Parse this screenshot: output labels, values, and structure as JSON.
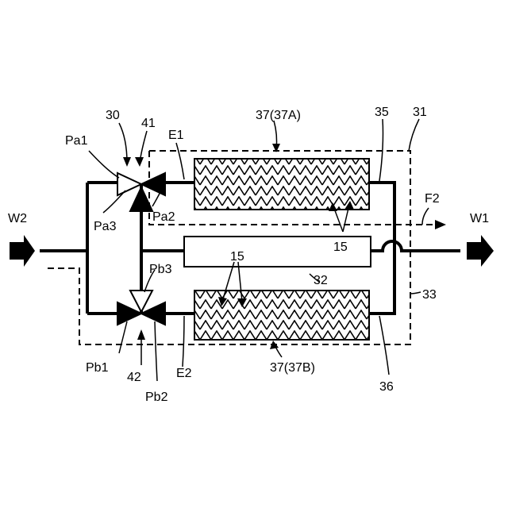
{
  "labels": {
    "w2": "W2",
    "w1": "W1",
    "n30": "30",
    "n41": "41",
    "pa1": "Pa1",
    "e1": "E1",
    "n37a": "37(37A)",
    "n35": "35",
    "n31": "31",
    "f2": "F2",
    "pa3": "Pa3",
    "pa2": "Pa2",
    "n15a": "15",
    "n15b": "15",
    "pb3": "Pb3",
    "n32": "32",
    "n33": "33",
    "pb1": "Pb1",
    "n42": "42",
    "e2": "E2",
    "n37b": "37(37B)",
    "pb2": "Pb2",
    "n36": "36"
  },
  "colors": {
    "line": "#000000",
    "background": "#ffffff"
  }
}
